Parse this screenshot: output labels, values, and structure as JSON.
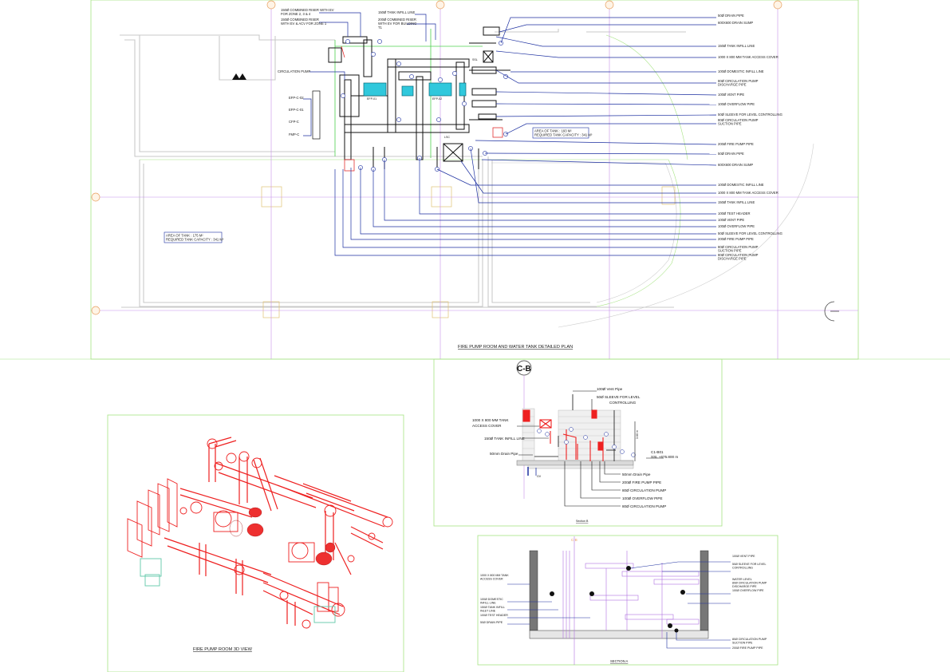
{
  "plan": {
    "caption": "FIRE PUMP ROOM AND WATER TANK DETAILED PLAN",
    "top_callouts": {
      "riser_zone234": [
        "150Ø COMBINED RISER WITH EV",
        "FOR ZONE 2, 3 & 4"
      ],
      "riser_zone1": [
        "150Ø COMBINED RISER",
        "WITH EV & ACV FOR ZONE 1"
      ],
      "tank_infill": [
        "150Ø TANK INFILL LINE"
      ],
      "riser_building": [
        "200Ø COMBINED RISER",
        "WITH EV FOR BUILDING",
        "T1"
      ]
    },
    "left_labels": {
      "circulation_pump": "CIRCULATION PUMP",
      "efp_c02": "EFP-C-02",
      "efp_c01": "EFP-C-01",
      "cfp_c": "CFP-C",
      "fmp_c": "FMP-C"
    },
    "right_callouts": [
      [
        "50Ø DRAIN PIPE"
      ],
      [
        "600X600 DRAIN SUMP"
      ],
      [
        "150Ø TANK INFILL LINE"
      ],
      [
        "1000 X 800 MM TANK ACCESS COVER"
      ],
      [
        "100Ø DOMESTIC INFILL LINE"
      ],
      [
        "80Ø CIRCULATION PUMP",
        "DISCHARGE PIPE"
      ],
      [
        "100Ø VENT PIPE"
      ],
      [
        "100Ø OVERFLOW PIPE"
      ],
      [
        "50Ø SLEEVE FOR LEVEL CONTROLLING"
      ],
      [
        "80Ø CIRCULATION PUMP",
        "SUCTION PIPE"
      ],
      [
        "200Ø FIRE PUMP PIPE"
      ],
      [
        "50Ø DRAIN PIPE"
      ],
      [
        "600X600 DRAIN SUMP"
      ],
      [
        "100Ø DOMESTIC INFILL LINE"
      ],
      [
        "1000 X 800 MM TANK ACCESS COVER"
      ],
      [
        "150Ø TANK INFILL LINE"
      ],
      [
        "100Ø TEST HEADER"
      ],
      [
        "100Ø VENT PIPE"
      ],
      [
        "100Ø OVERFLOW PIPE"
      ],
      [
        "50Ø SLEEVE FOR LEVEL CONTROLLING"
      ],
      [
        "200Ø FIRE PUMP PIPE"
      ],
      [
        "80Ø CIRCULATION PUMP",
        "SUCTION PIPE"
      ],
      [
        "80Ø CIRCULATION PUMP",
        "DISCHARGE PIPE"
      ]
    ],
    "tank_note_right": [
      "AREA OF TANK : 193 M²",
      "REQUIRED TANK CAPACITY : 341 M³"
    ],
    "tank_note_left": [
      "AREA OF TANK : 175 M²",
      "REQUIRED TANK CAPACITY : 341 M³"
    ],
    "tags": {
      "efp1": "EFP-01",
      "efp2": "EFP-02",
      "lsc": "LSC",
      "ssl": "SSL"
    }
  },
  "section_cb": {
    "marker": "C-B",
    "caption": "Section B",
    "labels": {
      "vent": "100Ø Vent Pipe",
      "sleeve": [
        "50Ø SLEEVE FOR LEVEL",
        "CONTROLLING"
      ],
      "access": [
        "1000 X 800 MM TANK",
        "ACCESS COVER"
      ],
      "infill": "150Ø TANK INFILL LINE",
      "drain_left": "50mm Drain Pipe",
      "ssl": [
        "C1-B01",
        "SSL +675.800 m"
      ],
      "drain_bottom": "50mm Drain Pipe",
      "fire": "200Ø FIRE PUMP PIPE",
      "circ1": "80Ø CIRCULATION PUMP",
      "overflow": "100Ø OVERFLOW PIPE",
      "circ2": "80Ø CIRCULATION PUMP",
      "gv": "GV",
      "dim": "3.60 m"
    }
  },
  "view3d": {
    "caption": "FIRE PUMP ROOM 3D VIEW"
  },
  "section_a": {
    "caption": "SECTION A",
    "marker": "C-B",
    "left_labels": [
      [
        "1000 X 800 MM TANK",
        "ACCESS COVER"
      ],
      [
        "100Ø DOMESTIC",
        "INFILL LINE"
      ],
      [
        "150Ø TANK INFILL",
        "INLET LINE"
      ],
      [
        "100Ø TEST HEADER"
      ],
      [
        "50Ø DRAIN PIPE"
      ]
    ],
    "right_labels": [
      [
        "100Ø VENT PIPE"
      ],
      [
        "50Ø SLEEVE FOR LEVEL",
        "CONTROLLING"
      ],
      [
        "WATER LEVEL",
        "80Ø CIRCULATION PUMP",
        "DISCHARGE PIPE"
      ],
      [
        "100Ø OVERFLOW PIPE"
      ],
      [
        "80Ø CIRCULATION PUMP",
        "SUCTION PIPE"
      ],
      [
        "200Ø FIRE PUMP PIPE"
      ]
    ]
  },
  "colors": {
    "leader": "#1c2fa0",
    "green": "#9be36a",
    "purple": "#b070e0",
    "red": "#ee2020",
    "cyan": "#30c8dc"
  }
}
